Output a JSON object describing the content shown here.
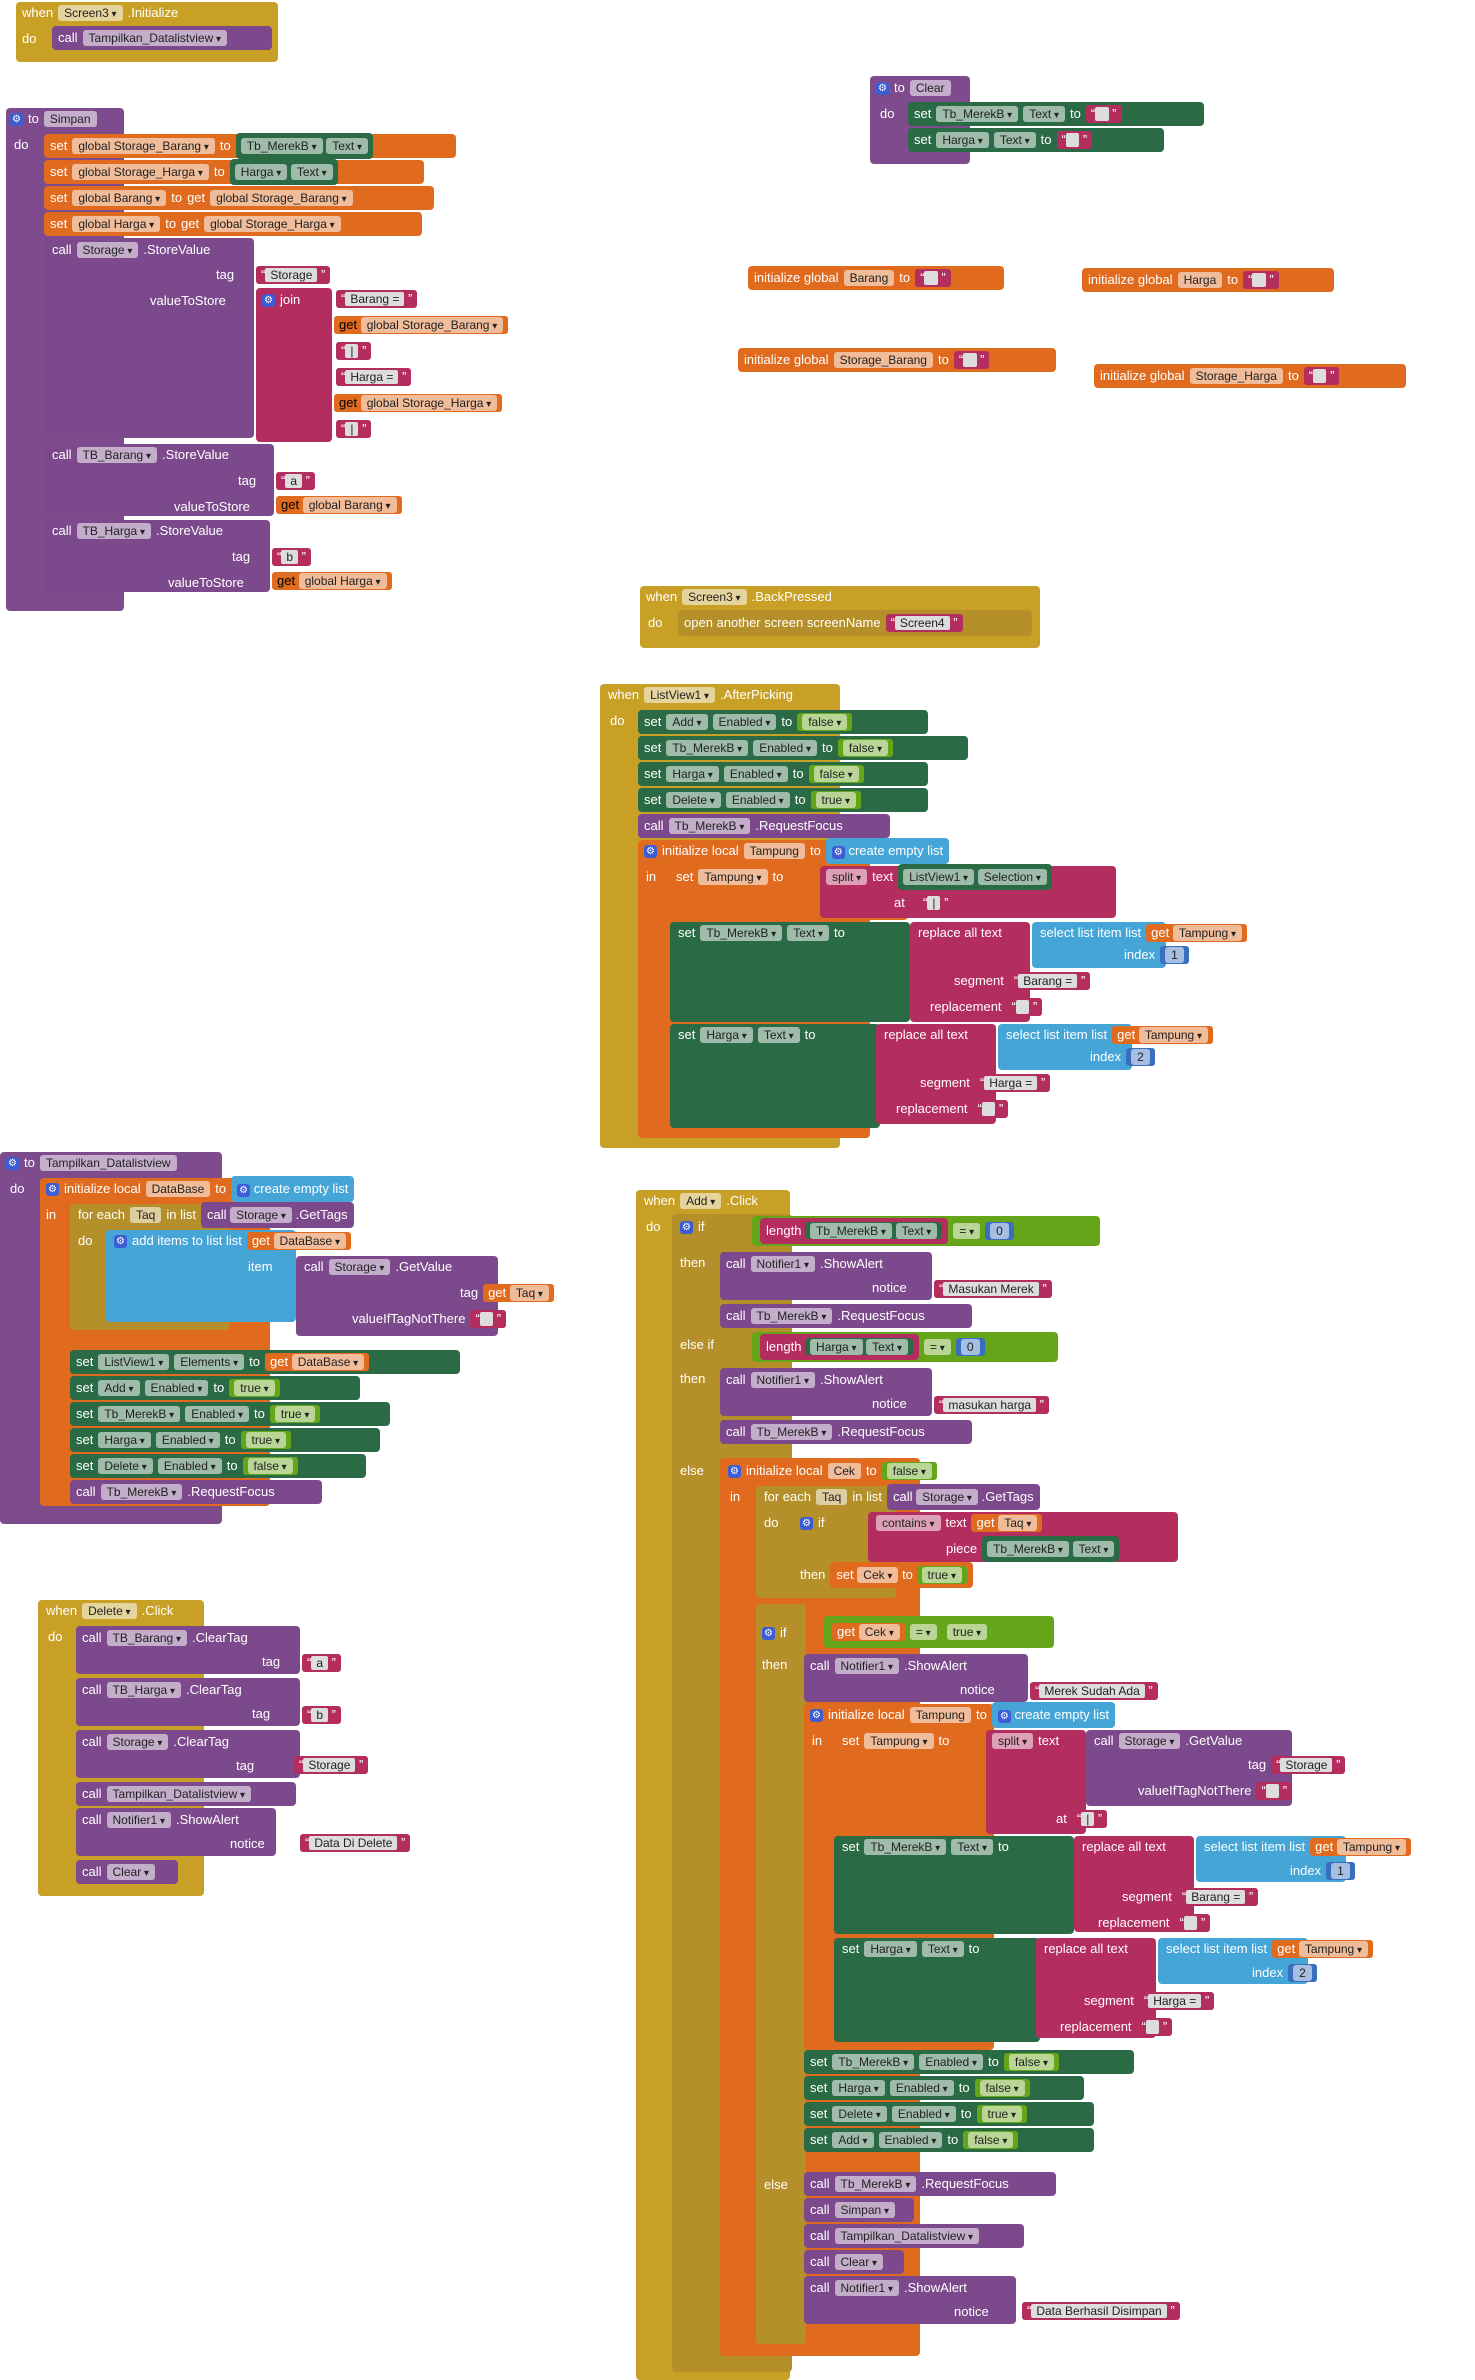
{
  "screen3_init": {
    "header": [
      "when",
      "Screen3",
      ".Initialize"
    ],
    "do": "do",
    "call": "call",
    "proc": "Tampilkan_Datalistview"
  },
  "simpan": {
    "header_to": "to",
    "name": "Simpan",
    "do": "do",
    "set1": {
      "set": "set",
      "var": "global Storage_Barang",
      "to": "to",
      "comp": "Tb_MerekB",
      "prop": "Text"
    },
    "set2": {
      "set": "set",
      "var": "global Storage_Harga",
      "to": "to",
      "comp": "Harga",
      "prop": "Text"
    },
    "set3": {
      "set": "set",
      "var": "global Barang",
      "to": "to",
      "get": "get",
      "getvar": "global Storage_Barang"
    },
    "set4": {
      "set": "set",
      "var": "global Harga",
      "to": "to",
      "get": "get",
      "getvar": "global Storage_Harga"
    },
    "call1": {
      "call": "call",
      "comp": "Storage",
      "method": ".StoreValue",
      "tag": "tag",
      "tagval": "Storage",
      "vts": "valueToStore",
      "join": "join",
      "j1": "Barang =",
      "j2": "get",
      "j2v": "global Storage_Barang",
      "j3": "|",
      "j4": "Harga =",
      "j5": "get",
      "j5v": "global Storage_Harga",
      "j6": "|"
    },
    "call2": {
      "call": "call",
      "comp": "TB_Barang",
      "method": ".StoreValue",
      "tag": "tag",
      "tagval": "a",
      "vts": "valueToStore",
      "get": "get",
      "getvar": "global Barang"
    },
    "call3": {
      "call": "call",
      "comp": "TB_Harga",
      "method": ".StoreValue",
      "tag": "tag",
      "tagval": "b",
      "vts": "valueToStore",
      "get": "get",
      "getvar": "global Harga"
    }
  },
  "clear": {
    "to": "to",
    "name": "Clear",
    "do": "do",
    "row1": {
      "set": "set",
      "comp": "Tb_MerekB",
      "prop": "Text",
      "to": "to",
      "val": ""
    },
    "row2": {
      "set": "set",
      "comp": "Harga",
      "prop": "Text",
      "to": "to",
      "val": ""
    }
  },
  "globals": [
    {
      "label": "initialize global",
      "name": "Barang",
      "to": "to"
    },
    {
      "label": "initialize global",
      "name": "Harga",
      "to": "to"
    },
    {
      "label": "initialize global",
      "name": "Storage_Barang",
      "to": "to"
    },
    {
      "label": "initialize global",
      "name": "Storage_Harga",
      "to": "to"
    }
  ],
  "back": {
    "header": [
      "when",
      "Screen3",
      ".BackPressed"
    ],
    "do": "do",
    "action": "open another screen  screenName",
    "value": "Screen4"
  },
  "afterpicking": {
    "header": [
      "when",
      "ListView1",
      ".AfterPicking"
    ],
    "do": "do",
    "rows": [
      {
        "set": "set",
        "comp": "Add",
        "prop": "Enabled",
        "to": "to",
        "val": "false"
      },
      {
        "set": "set",
        "comp": "Tb_MerekB",
        "prop": "Enabled",
        "to": "to",
        "val": "false"
      },
      {
        "set": "set",
        "comp": "Harga",
        "prop": "Enabled",
        "to": "to",
        "val": "false"
      },
      {
        "set": "set",
        "comp": "Delete",
        "prop": "Enabled",
        "to": "to",
        "val": "true"
      }
    ],
    "call": {
      "call": "call",
      "comp": "Tb_MerekB",
      "method": ".RequestFocus"
    },
    "local": {
      "label": "initialize local",
      "name": "Tampung",
      "to": "to",
      "list": "create empty list",
      "in": "in"
    },
    "split": {
      "set": "set",
      "var": "Tampung",
      "to": "to",
      "split": "split",
      "text": "text",
      "comp": "ListView1",
      "prop": "Selection",
      "at": "at",
      "atval": "|"
    },
    "r1": {
      "set": "set",
      "comp": "Tb_MerekB",
      "prop": "Text",
      "to": "to",
      "replace": "replace all text",
      "select": "select list item  list",
      "get": "get",
      "getvar": "Tampung",
      "index": "index",
      "idx": "1",
      "segment": "segment",
      "seg": "Barang =",
      "replacement": "replacement",
      "rep": ""
    },
    "r2": {
      "set": "set",
      "comp": "Harga",
      "prop": "Text",
      "to": "to",
      "replace": "replace all text",
      "select": "select list item  list",
      "get": "get",
      "getvar": "Tampung",
      "index": "index",
      "idx": "2",
      "segment": "segment",
      "seg": "Harga =",
      "replacement": "replacement",
      "rep": ""
    }
  },
  "tampilkan": {
    "to": "to",
    "name": "Tampilkan_Datalistview",
    "do": "do",
    "local": {
      "label": "initialize local",
      "name": "DataBase",
      "to": "to",
      "list": "create empty list",
      "in": "in"
    },
    "foreach": {
      "label": "for each",
      "var": "Taq",
      "inlist": "in list",
      "call": "call",
      "comp": "Storage",
      "method": ".GetTags",
      "do": "do"
    },
    "additems": {
      "label": "add items to list  list",
      "get": "get",
      "getvar": "DataBase",
      "item": "item",
      "call": "call",
      "comp": "Storage",
      "method": ".GetValue",
      "tag": "tag",
      "tagget": "get",
      "tagvar": "Taq",
      "vitnt": "valueIfTagNotThere",
      "vitntval": ""
    },
    "rows": [
      {
        "set": "set",
        "comp": "ListView1",
        "prop": "Elements",
        "to": "to",
        "get": "get",
        "val": "DataBase"
      },
      {
        "set": "set",
        "comp": "Add",
        "prop": "Enabled",
        "to": "to",
        "val": "true"
      },
      {
        "set": "set",
        "comp": "Tb_MerekB",
        "prop": "Enabled",
        "to": "to",
        "val": "true"
      },
      {
        "set": "set",
        "comp": "Harga",
        "prop": "Enabled",
        "to": "to",
        "val": "true"
      },
      {
        "set": "set",
        "comp": "Delete",
        "prop": "Enabled",
        "to": "to",
        "val": "false"
      }
    ],
    "call": {
      "call": "call",
      "comp": "Tb_MerekB",
      "method": ".RequestFocus"
    }
  },
  "delete": {
    "header": [
      "when",
      "Delete",
      ".Click"
    ],
    "do": "do",
    "r1": {
      "call": "call",
      "comp": "TB_Barang",
      "method": ".ClearTag",
      "tag": "tag",
      "val": "a"
    },
    "r2": {
      "call": "call",
      "comp": "TB_Harga",
      "method": ".ClearTag",
      "tag": "tag",
      "val": "b"
    },
    "r3": {
      "call": "call",
      "comp": "Storage",
      "method": ".ClearTag",
      "tag": "tag",
      "val": "Storage"
    },
    "r4": {
      "call": "call",
      "proc": "Tampilkan_Datalistview"
    },
    "r5": {
      "call": "call",
      "comp": "Notifier1",
      "method": ".ShowAlert",
      "notice": "notice",
      "val": "Data Di Delete"
    },
    "r6": {
      "call": "call",
      "proc": "Clear"
    }
  },
  "add": {
    "header": [
      "when",
      "Add",
      ".Click"
    ],
    "do": "do",
    "if": "if",
    "then": "then",
    "elseif": "else if",
    "else": "else",
    "c1": {
      "length": "length",
      "comp": "Tb_MerekB",
      "prop": "Text",
      "op": "=",
      "num": "0"
    },
    "t1": {
      "call": "call",
      "comp": "Notifier1",
      "method": ".ShowAlert",
      "notice": "notice",
      "val": "Masukan Merek",
      "call2": "call",
      "comp2": "Tb_MerekB",
      "method2": ".RequestFocus"
    },
    "c2": {
      "length": "length",
      "comp": "Harga",
      "prop": "Text",
      "op": "=",
      "num": "0"
    },
    "t2": {
      "call": "call",
      "comp": "Notifier1",
      "method": ".ShowAlert",
      "notice": "notice",
      "val": "masukan harga",
      "call2": "call",
      "comp2": "Tb_MerekB",
      "method2": ".RequestFocus"
    },
    "cek": {
      "label": "initialize local",
      "name": "Cek",
      "to": "to",
      "val": "false",
      "in": "in"
    },
    "foreach": {
      "label": "for each",
      "var": "Taq",
      "inlist": "in list",
      "call": "call",
      "comp": "Storage",
      "method": ".GetTags",
      "do": "do"
    },
    "contains": {
      "if": "if",
      "contains": "contains",
      "text": "text",
      "get": "get",
      "getvar": "Taq",
      "piece": "piece",
      "comp": "Tb_MerekB",
      "prop": "Text",
      "then": "then",
      "set": "set",
      "var": "Cek",
      "to": "to",
      "val": "true"
    },
    "if2": {
      "if": "if",
      "get": "get",
      "getvar": "Cek",
      "op": "=",
      "val": "true",
      "then": "then"
    },
    "t3": {
      "call": "call",
      "comp": "Notifier1",
      "method": ".ShowAlert",
      "notice": "notice",
      "val": "Merek Sudah Ada"
    },
    "local": {
      "label": "initialize local",
      "name": "Tampung",
      "to": "to",
      "list": "create empty list",
      "in": "in"
    },
    "split": {
      "set": "set",
      "var": "Tampung",
      "to": "to",
      "split": "split",
      "text": "text",
      "call": "call",
      "comp": "Storage",
      "method": ".GetValue",
      "tag": "tag",
      "tagval": "Storage",
      "vitnt": "valueIfTagNotThere",
      "vitntval": "",
      "at": "at",
      "atval": "|"
    },
    "r1": {
      "set": "set",
      "comp": "Tb_MerekB",
      "prop": "Text",
      "to": "to",
      "replace": "replace all text",
      "select": "select list item  list",
      "get": "get",
      "getvar": "Tampung",
      "index": "index",
      "idx": "1",
      "segment": "segment",
      "seg": "Barang =",
      "replacement": "replacement",
      "rep": ""
    },
    "r2": {
      "set": "set",
      "comp": "Harga",
      "prop": "Text",
      "to": "to",
      "replace": "replace all text",
      "select": "select list item  list",
      "get": "get",
      "getvar": "Tampung",
      "index": "index",
      "idx": "2",
      "segment": "segment",
      "seg": "Harga =",
      "replacement": "replacement",
      "rep": ""
    },
    "rows": [
      {
        "set": "set",
        "comp": "Tb_MerekB",
        "prop": "Enabled",
        "to": "to",
        "val": "false"
      },
      {
        "set": "set",
        "comp": "Harga",
        "prop": "Enabled",
        "to": "to",
        "val": "false"
      },
      {
        "set": "set",
        "comp": "Delete",
        "prop": "Enabled",
        "to": "to",
        "val": "true"
      },
      {
        "set": "set",
        "comp": "Add",
        "prop": "Enabled",
        "to": "to",
        "val": "false"
      }
    ],
    "else2": "else",
    "e": [
      {
        "call": "call",
        "comp": "Tb_MerekB",
        "method": ".RequestFocus"
      },
      {
        "call": "call",
        "proc": "Simpan"
      },
      {
        "call": "call",
        "proc": "Tampilkan_Datalistview"
      },
      {
        "call": "call",
        "proc": "Clear"
      },
      {
        "call": "call",
        "comp": "Notifier1",
        "method": ".ShowAlert",
        "notice": "notice",
        "val": "Data Berhasil Disimpan"
      }
    ]
  }
}
